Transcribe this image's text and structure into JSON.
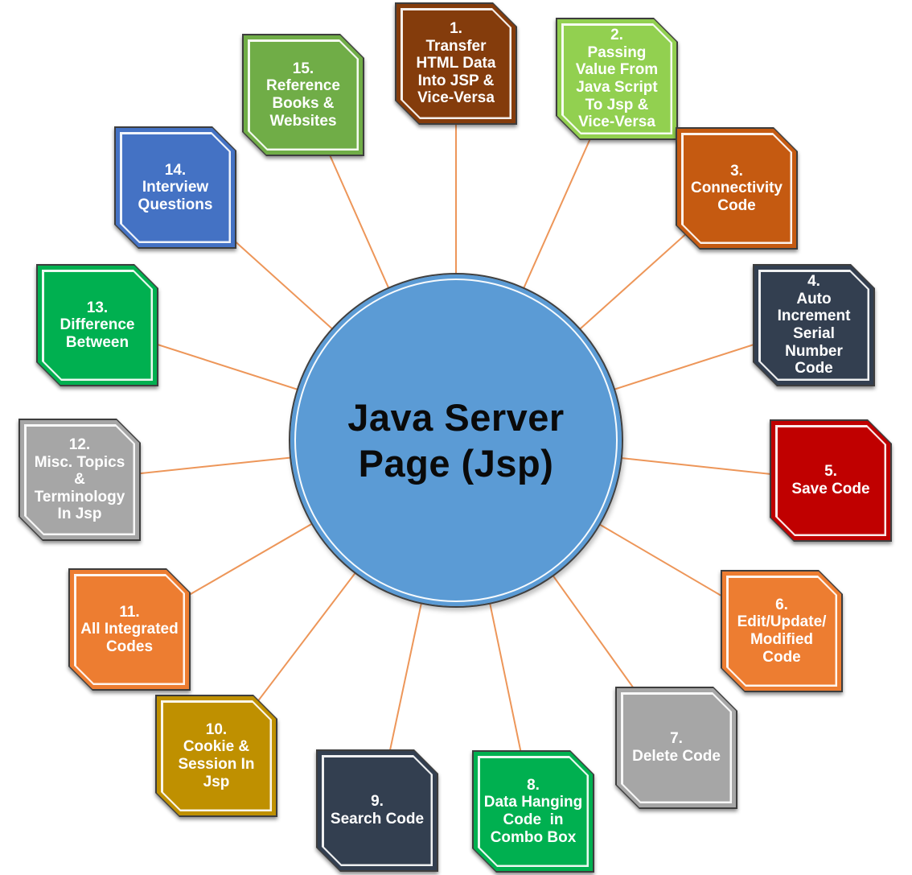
{
  "diagram": {
    "center": {
      "text": "Java Server\nPage (Jsp)",
      "fill": "#5B9BD5"
    },
    "connector_color": "#ED9659",
    "nodes": [
      {
        "num": "1.",
        "label": "Transfer\nHTML Data\nInto JSP &\nVice-Versa",
        "color": "#843C0C"
      },
      {
        "num": "2.",
        "label": "Passing\nValue From\nJava Script\nTo Jsp &\nVice-Versa",
        "color": "#92D050"
      },
      {
        "num": "3.",
        "label": "Connectivity\nCode",
        "color": "#C55A11"
      },
      {
        "num": "4.",
        "label": "Auto\nIncrement\nSerial\nNumber\nCode",
        "color": "#333F50"
      },
      {
        "num": "5.",
        "label": "Save Code",
        "color": "#C00000"
      },
      {
        "num": "6.",
        "label": "Edit/Update/\nModified\nCode",
        "color": "#ED7D31"
      },
      {
        "num": "7.",
        "label": "Delete Code",
        "color": "#A6A6A6"
      },
      {
        "num": "8.",
        "label": "Data Hanging\nCode  in\nCombo Box",
        "color": "#00B050"
      },
      {
        "num": "9.",
        "label": "Search Code",
        "color": "#333F50"
      },
      {
        "num": "10.",
        "label": "Cookie &\nSession In\nJsp",
        "color": "#BF9000"
      },
      {
        "num": "11.",
        "label": "All Integrated\nCodes",
        "color": "#ED7D31"
      },
      {
        "num": "12.",
        "label": "Misc. Topics\n&\nTerminology\nIn Jsp",
        "color": "#A6A6A6"
      },
      {
        "num": "13.",
        "label": "Difference\nBetween",
        "color": "#00B050"
      },
      {
        "num": "14.",
        "label": "Interview\nQuestions",
        "color": "#4472C4"
      },
      {
        "num": "15.",
        "label": "Reference\nBooks &\nWebsites",
        "color": "#70AD47"
      }
    ]
  }
}
